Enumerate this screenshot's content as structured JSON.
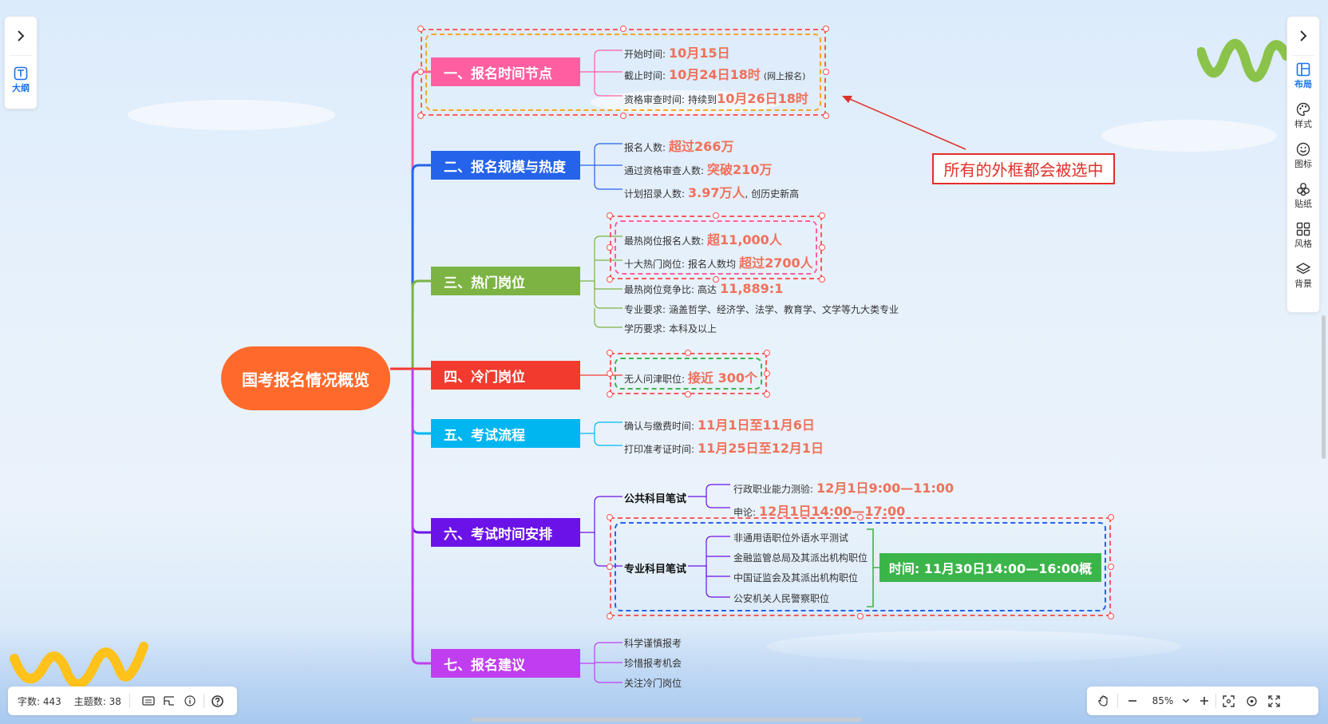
{
  "left_panel": {
    "toggle_icon": "chevron-right-icon",
    "outline_label": "大纲"
  },
  "right_panel": {
    "toggle_icon": "chevron-right-icon",
    "items": [
      {
        "label": "布局",
        "icon": "layout-icon",
        "active": true
      },
      {
        "label": "样式",
        "icon": "palette-icon"
      },
      {
        "label": "图标",
        "icon": "smiley-icon"
      },
      {
        "label": "贴纸",
        "icon": "sticker-icon"
      },
      {
        "label": "风格",
        "icon": "grid-style-icon"
      },
      {
        "label": "背景",
        "icon": "layers-icon"
      }
    ]
  },
  "mindmap": {
    "root": "国考报名情况概览",
    "topics": [
      {
        "label": "一、报名时间节点",
        "color": "#ff5fa0",
        "leaves": [
          {
            "label": "开始时间:",
            "value": "10月15日"
          },
          {
            "label": "截止时间:",
            "value": "10月24日18时",
            "suffix": "(网上报名)"
          },
          {
            "label": "资格审查时间:",
            "note": "持续到",
            "value": "10月26日18时"
          }
        ]
      },
      {
        "label": "二、报名规模与热度",
        "color": "#2563eb",
        "leaves": [
          {
            "label": "报名人数:",
            "value": "超过266万"
          },
          {
            "label": "通过资格审查人数:",
            "value": "突破210万"
          },
          {
            "label": "计划招录人数:",
            "value": "3.97万人",
            "suffix": ", 创历史新高"
          }
        ]
      },
      {
        "label": "三、热门岗位",
        "color": "#7cb342",
        "leaves": [
          {
            "label": "最热岗位报名人数:",
            "value": "超11,000人"
          },
          {
            "label": "十大热门岗位:",
            "note": "报名人数均",
            "value": "超过2700人"
          },
          {
            "label": "最热岗位竞争比:",
            "note": "高达",
            "value": "11,889:1"
          },
          {
            "label": "专业要求:",
            "note": "涵盖哲学、经济学、法学、教育学、文学等九大类专业"
          },
          {
            "label": "学历要求:",
            "note": "本科及以上"
          }
        ]
      },
      {
        "label": "四、冷门岗位",
        "color": "#f23b2e",
        "leaves": [
          {
            "label": "无人问津职位:",
            "value": "接近 300个"
          }
        ]
      },
      {
        "label": "五、考试流程",
        "color": "#00b6f0",
        "leaves": [
          {
            "label": "确认与缴费时间:",
            "value": "11月1日至11月6日"
          },
          {
            "label": "打印准考证时间:",
            "value": "11月25日至12月1日"
          }
        ]
      },
      {
        "label": "六、考试时间安排",
        "color": "#6b12e8",
        "subs": [
          {
            "label": "公共科目笔试",
            "leaves": [
              {
                "label": "行政职业能力测验:",
                "value": "12月1日9:00—11:00"
              },
              {
                "label": "申论:",
                "value": "12月1日14:00—17:00"
              }
            ]
          },
          {
            "label": "专业科目笔试",
            "leaves": [
              {
                "label": "非通用语职位外语水平测试"
              },
              {
                "label": "金融监管总局及其派出机构职位"
              },
              {
                "label": "中国证监会及其派出机构职位"
              },
              {
                "label": "公安机关人民警察职位"
              }
            ],
            "summary": "时间: 11月30日14:00—16:00概"
          }
        ]
      },
      {
        "label": "七、报名建议",
        "color": "#c03ef0",
        "leaves": [
          {
            "label": "科学谨慎报考"
          },
          {
            "label": "珍惜报考机会"
          },
          {
            "label": "关注冷门岗位"
          }
        ]
      }
    ]
  },
  "annotation": "所有的外框都会被选中",
  "status_bar": {
    "word_count": "字数: 443",
    "topic_count": "主题数: 38"
  },
  "zoom_bar": {
    "zoom": "85%"
  }
}
